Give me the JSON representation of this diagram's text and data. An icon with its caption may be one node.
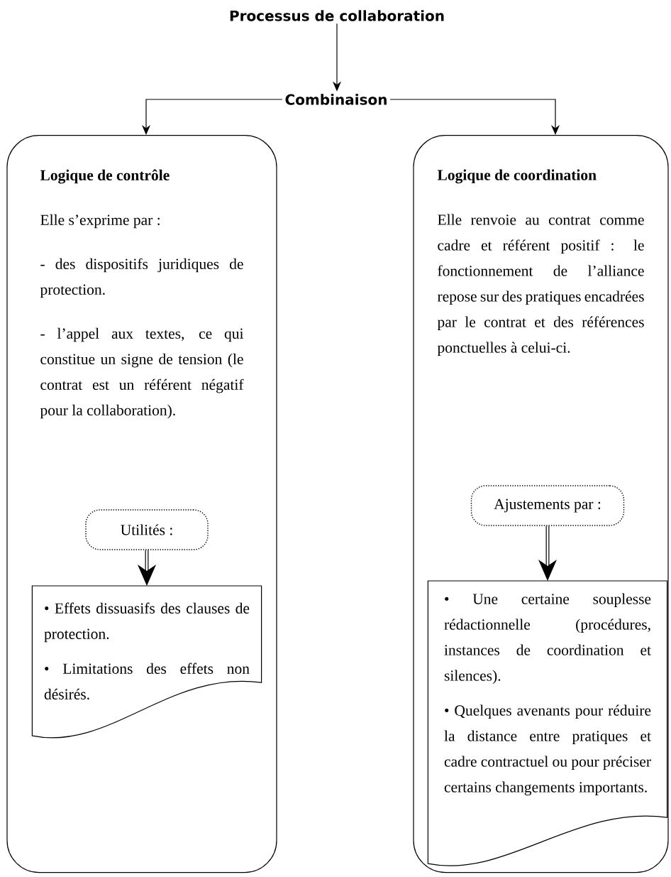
{
  "diagram": {
    "nodes": [
      {
        "text": [
          "Processus de collaboration"
        ]
      },
      {
        "text": [
          "Combinaison"
        ]
      },
      {
        "text": [
          "Logique de contrôle",
          "Elle s’exprime par :",
          "- des dispositifs juridiques de protection.",
          "- l’appel aux textes, ce qui constitue un signe de tension (le contrat est un référent négatif pour la collaboration)."
        ]
      },
      {
        "text": [
          "Utilités :"
        ],
        "in": 2
      },
      {
        "text": [
          "• Effets dissuasifs des clauses de protection.",
          "• Limitations des effets non désirés."
        ],
        "in": 2
      },
      {
        "text": [
          "Logique de coordination",
          "Elle renvoie au contrat comme cadre et référent positif : le fonctionnement de l’alliance repose sur des pratiques encadrées par le contrat et des références ponctuelles à celui-ci."
        ]
      },
      {
        "text": [
          "Ajustements par :"
        ],
        "in": 5
      },
      {
        "text": [
          "• Une certaine souplesse rédactionnelle (procédures, instances de coordination et silences).",
          "• Quelques avenants pour réduire la distance entre pratiques et cadre contractuel ou pour préciser certains changements importants."
        ],
        "in": 5
      }
    ],
    "edges": [
      {
        "from": 0,
        "to": 1,
        "arrow": "to"
      },
      {
        "from": 1,
        "to": 2,
        "arrow": "to"
      },
      {
        "from": 1,
        "to": 5,
        "arrow": "to"
      },
      {
        "from": 3,
        "to": 4,
        "arrow": "to",
        "style": "thick"
      },
      {
        "from": 6,
        "to": 7,
        "arrow": "to",
        "style": "thick"
      }
    ]
  }
}
